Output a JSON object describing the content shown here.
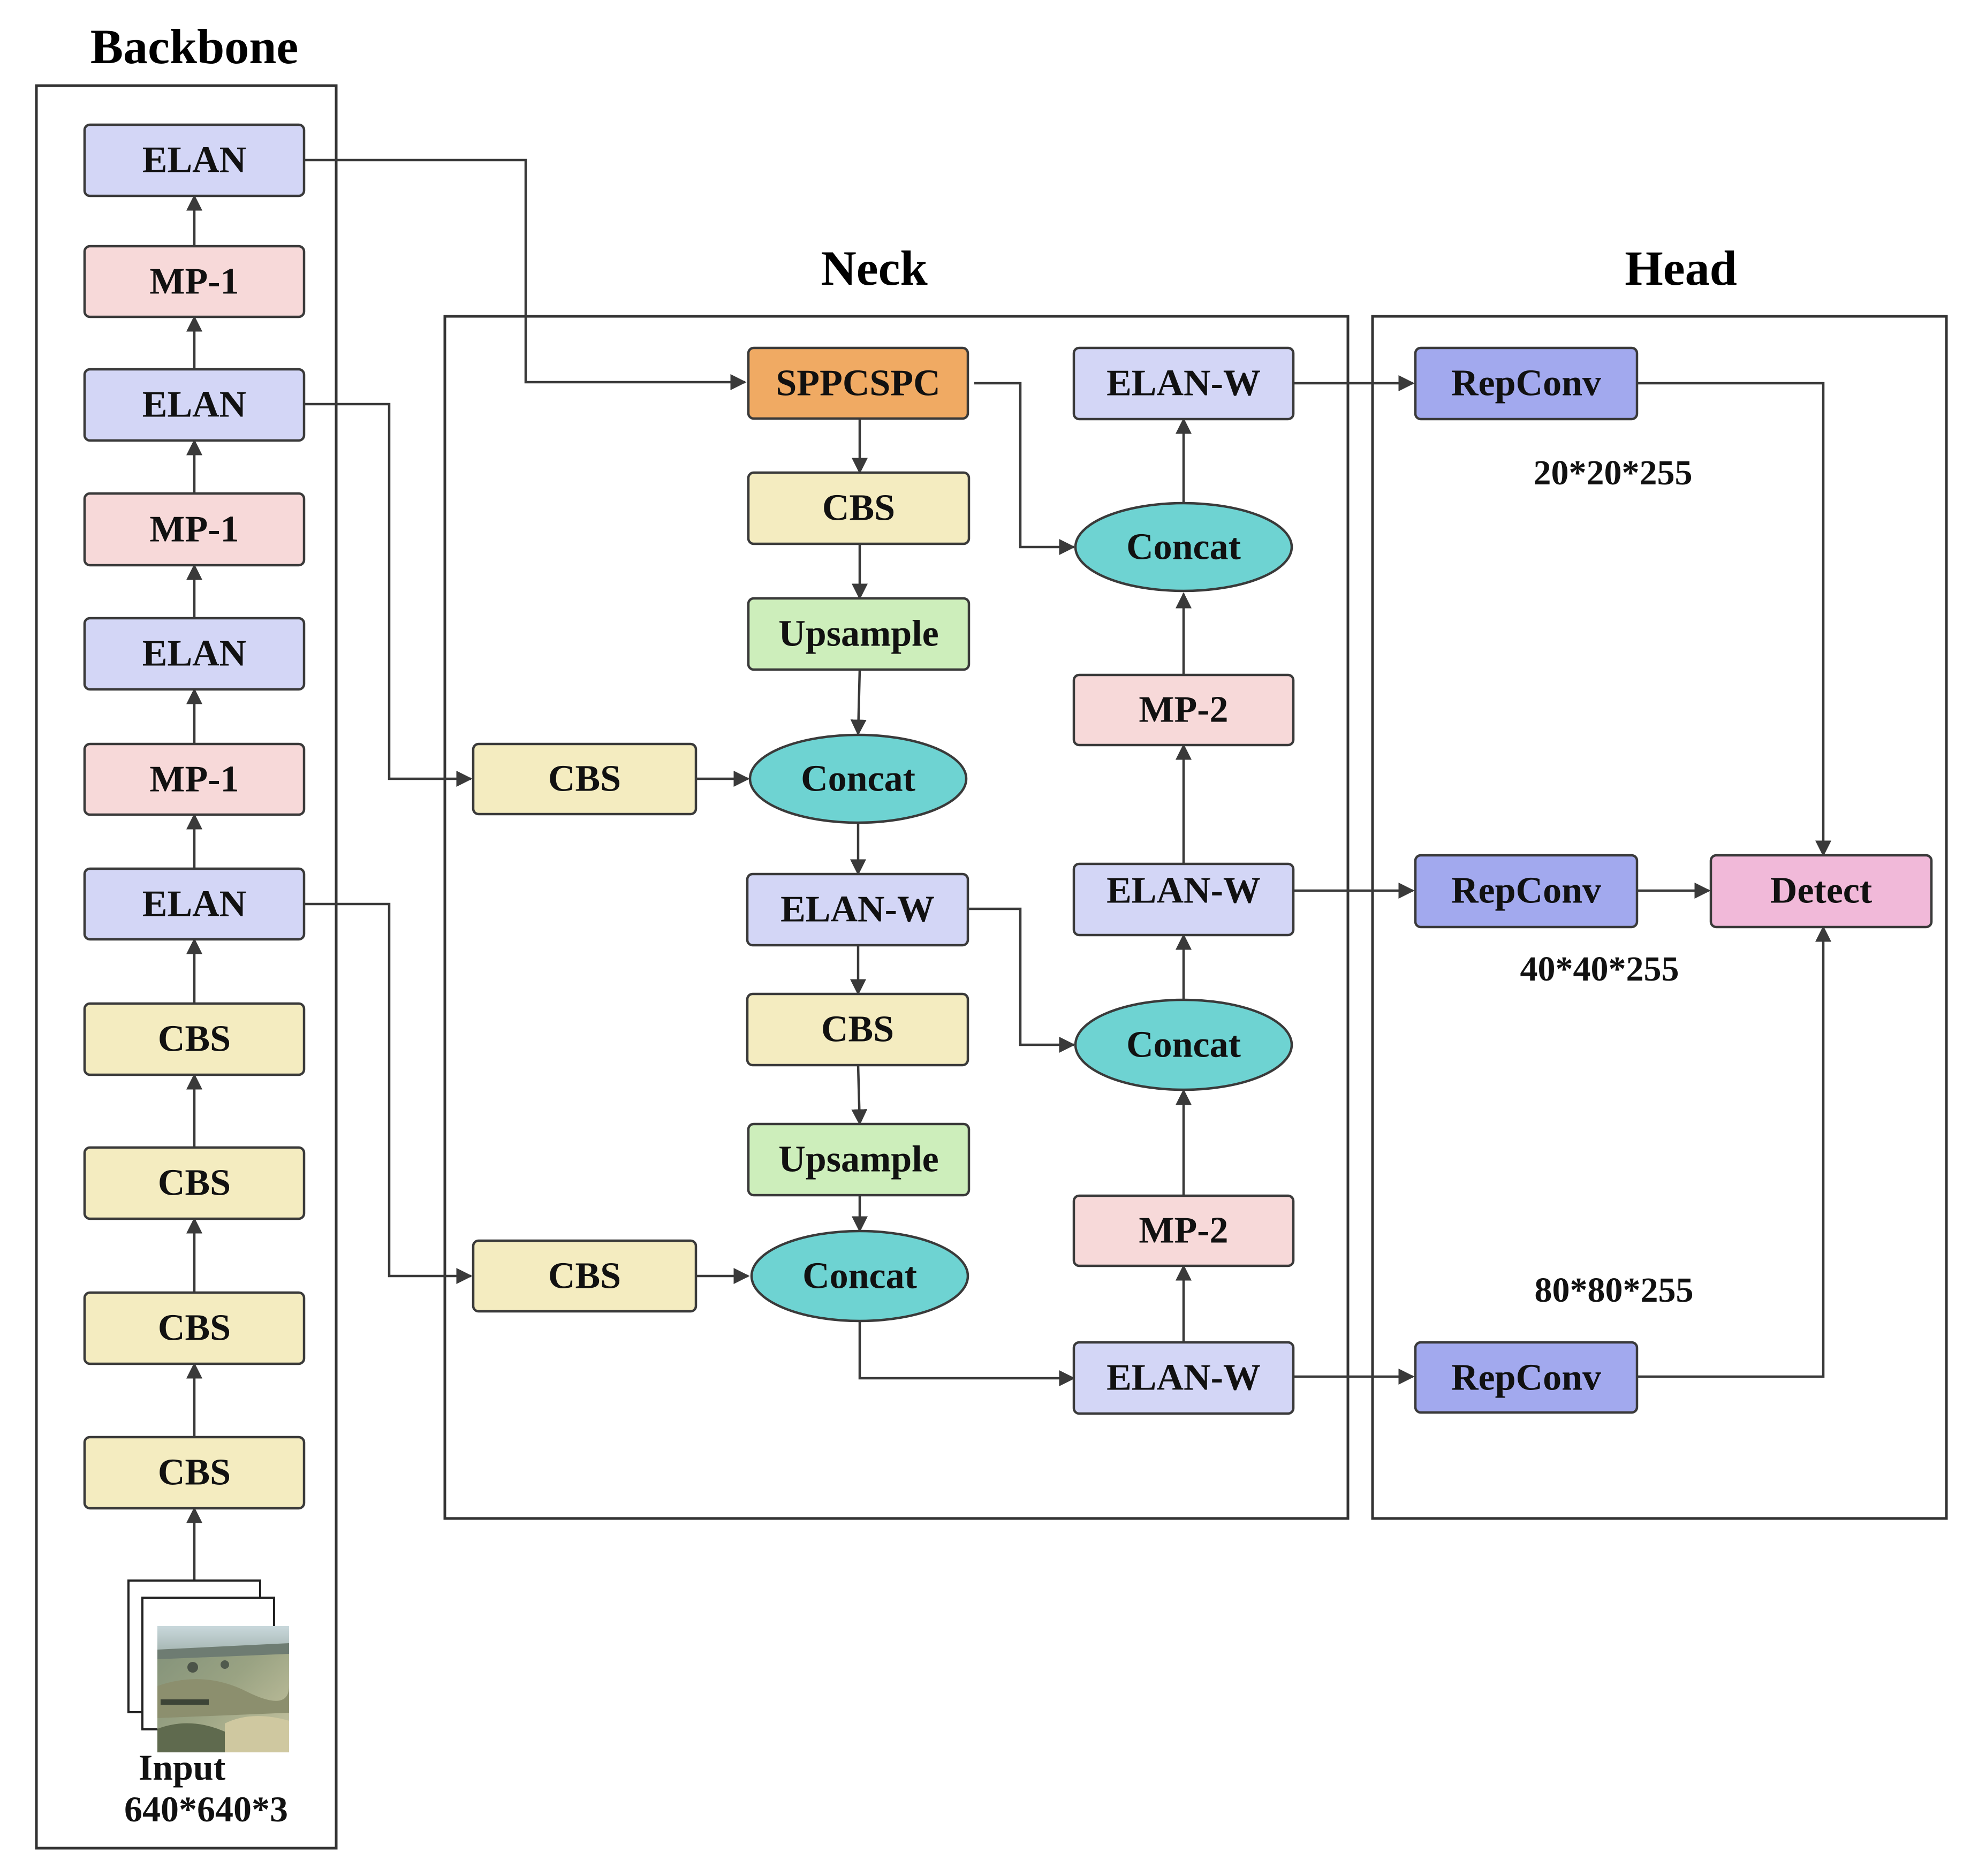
{
  "sections": {
    "backbone": "Backbone",
    "neck": "Neck",
    "head": "Head"
  },
  "colors": {
    "ELAN": "#d3d6f6",
    "MP": "#f7d9d9",
    "CBS": "#f4ecc0",
    "Upsample": "#cdeebb",
    "SPPCSPC": "#f0aa63",
    "Concat": "#6ed3d2",
    "RepConv": "#a2a9ee",
    "Detect": "#f1b9d9"
  },
  "backbone": {
    "elan_4": "ELAN",
    "mp1_3": "MP-1",
    "elan_3": "ELAN",
    "mp1_2": "MP-1",
    "elan_2": "ELAN",
    "mp1_1": "MP-1",
    "elan_1": "ELAN",
    "cbs_4": "CBS",
    "cbs_3": "CBS",
    "cbs_2": "CBS",
    "cbs_1": "CBS",
    "input_label": "Input",
    "input_size": "640*640*3"
  },
  "neck": {
    "sppcspc": "SPPCSPC",
    "cbs_a": "CBS",
    "upsample_a": "Upsample",
    "concat_a": "Concat",
    "elanw_a": "ELAN-W",
    "cbs_b": "CBS",
    "upsample_b": "Upsample",
    "concat_b": "Concat",
    "lateral_cbs_1": "CBS",
    "lateral_cbs_2": "CBS",
    "elanw_top": "ELAN-W",
    "concat_top": "Concat",
    "mp2_top": "MP-2",
    "elanw_mid": "ELAN-W",
    "concat_mid": "Concat",
    "mp2_bottom": "MP-2",
    "elanw_bottom": "ELAN-W"
  },
  "head": {
    "repconv_top": "RepConv",
    "repconv_mid": "RepConv",
    "repconv_bottom": "RepConv",
    "detect": "Detect",
    "dim_top": "20*20*255",
    "dim_mid": "40*40*255",
    "dim_bottom": "80*80*255"
  }
}
